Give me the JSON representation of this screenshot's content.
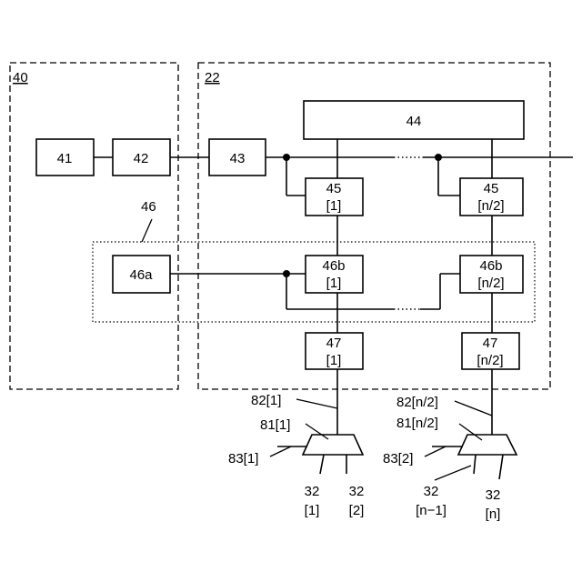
{
  "regions": {
    "left_ref": "40",
    "right_ref": "22"
  },
  "blocks": {
    "b41": "41",
    "b42": "42",
    "b43": "43",
    "b44": "44",
    "b46a": "46a",
    "b45_1": [
      "45",
      "[1]"
    ],
    "b45_n2": [
      "45",
      "[n/2]"
    ],
    "b46b_1": [
      "46b",
      "[1]"
    ],
    "b46b_n2": [
      "46b",
      "[n/2]"
    ],
    "b47_1": [
      "47",
      "[1]"
    ],
    "b47_n2": [
      "47",
      "[n/2]"
    ]
  },
  "labels": {
    "group46": "46",
    "l82_1": "82[1]",
    "l81_1": "81[1]",
    "l83_1": "83[1]",
    "l82_n2": "82[n/2]",
    "l81_n2": "81[n/2]",
    "l83_2": "83[2]",
    "out32_1": [
      "32",
      "[1]"
    ],
    "out32_2": [
      "32",
      "[2]"
    ],
    "out32_nm1": [
      "32",
      "[n−1]"
    ],
    "out32_n": [
      "32",
      "[n]"
    ]
  }
}
